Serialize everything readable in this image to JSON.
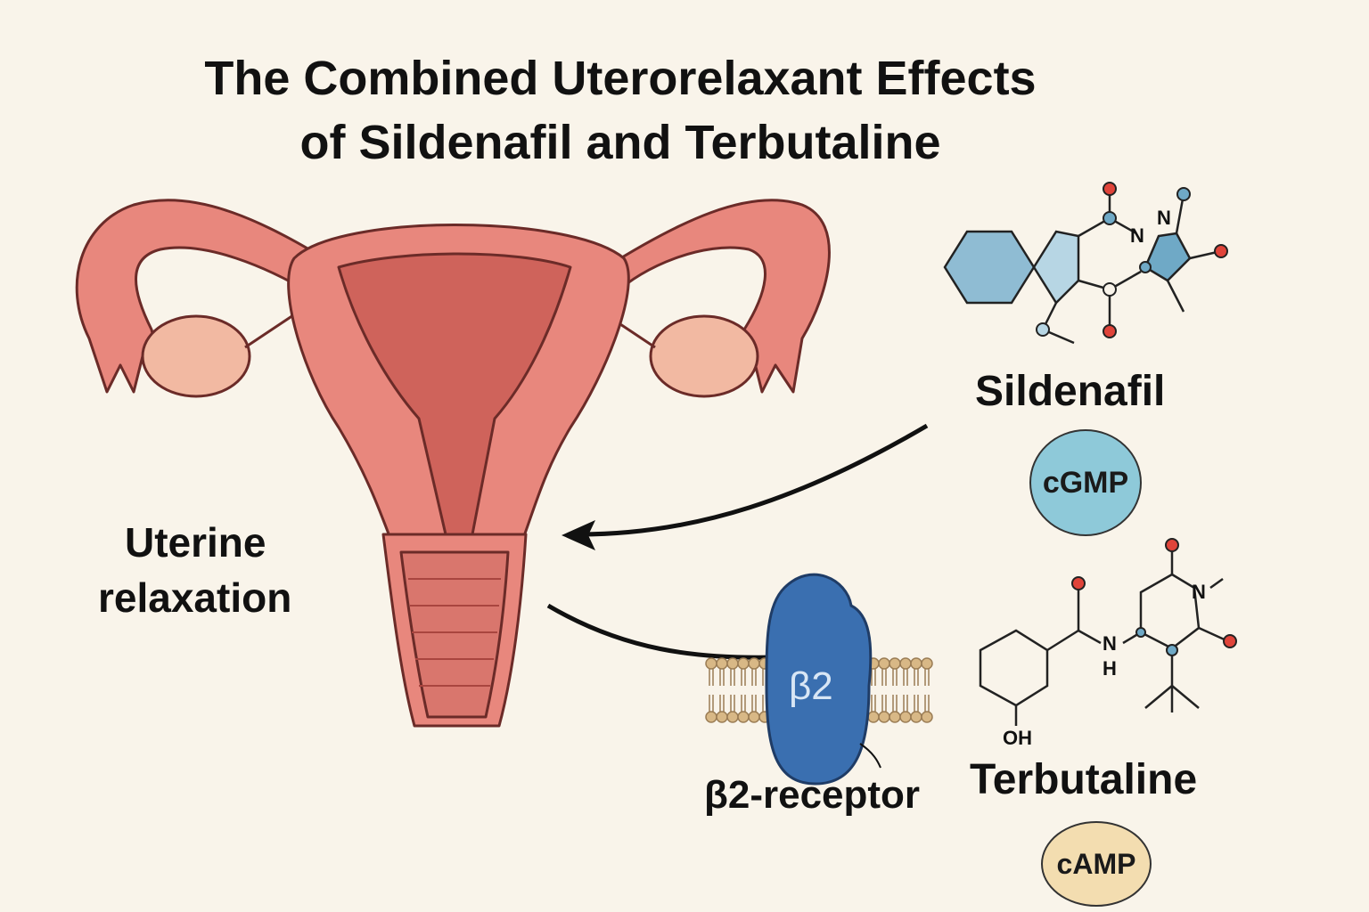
{
  "title": {
    "line1": "The Combined Uterorelaxant Effects",
    "line2": "of Sildenafil and Terbutaline"
  },
  "labels": {
    "uterine_line1": "Uterine",
    "uterine_line2": "relaxation",
    "sildenafil": "Sildenafil",
    "terbutaline": "Terbutaline",
    "receptor_symbol": "β2",
    "receptor_label": "β2-receptor"
  },
  "badges": {
    "cgmp": "cGMP",
    "camp": "cAMP"
  },
  "atoms": {
    "sildenafil_n1": "N",
    "sildenafil_n2": "N",
    "terbutaline_nh_n": "N",
    "terbutaline_nh_h": "H",
    "terbutaline_n": "N",
    "terbutaline_oh": "OH"
  },
  "colors": {
    "background": "#f9f4ea",
    "uterus": "#e8877d",
    "uterus_dark": "#cf635b",
    "receptor": "#3a6fb0",
    "cgmp": "#8ec9d9",
    "camp": "#f3ddb0",
    "oxygen": "#e0443a",
    "ring_fill": "#8fbcd3"
  }
}
